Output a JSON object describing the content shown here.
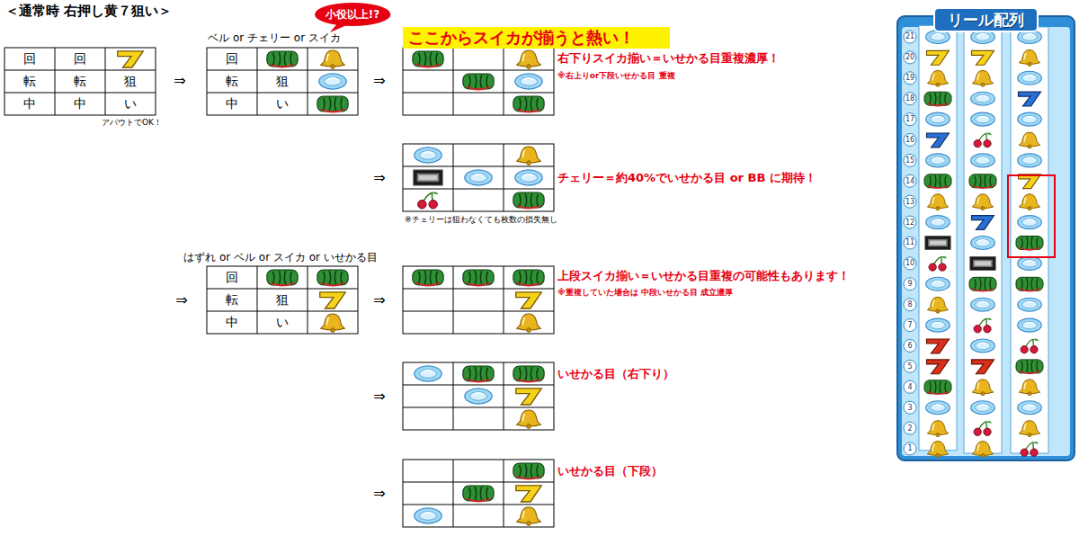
{
  "diagram": {
    "title": "＜通常時 右押し黄７狙い＞",
    "nodes": [
      {
        "text": [
          "ここからスイカが揃うと熱い！"
        ]
      },
      {
        "text": [
          "小役以上!?"
        ]
      },
      {
        "text": [
          "リール配列"
        ]
      }
    ],
    "labels": [
      "回",
      "回",
      "転",
      "転",
      "狙",
      "中",
      "中",
      "い",
      "アバウトでOK！",
      "⇒",
      "ベル or チェリー or スイカ",
      "回",
      "転",
      "狙",
      "中",
      "い",
      "⇒",
      "右下りスイカ揃い＝いせかる目重複濃厚！",
      "※右上りor下段いせかる目 重複",
      "⇒",
      "チェリー＝約40%でいせかる目 or BB に期待！",
      "※チェリーは狙わなくても枚数の損失無し",
      "はずれ or ベル or スイカ or いせかる目",
      "⇒",
      "回",
      "転",
      "狙",
      "中",
      "い",
      "⇒",
      "上段スイカ揃い＝いせかる目重複の可能性もあります！",
      "※重複していた場合は 中段いせかる目 成立濃厚",
      "⇒",
      "いせかる目（右下り）",
      "⇒",
      "いせかる目（下段）",
      "21",
      "20",
      "19",
      "18",
      "17",
      "16",
      "15",
      "14",
      "13",
      "12",
      "11",
      "10",
      "9",
      "8",
      "7",
      "6",
      "5",
      "4",
      "3",
      "2",
      "1"
    ]
  }
}
